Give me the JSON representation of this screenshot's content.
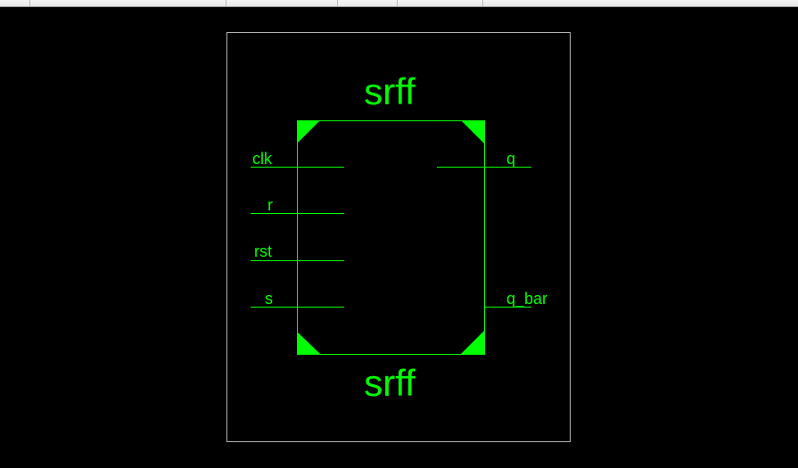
{
  "schematic": {
    "colors": {
      "background": "#000000",
      "symbol": "#00ff00",
      "border": "#b4b4b4"
    },
    "symbol_name_top": "srff",
    "symbol_name_bottom": "srff",
    "inputs": [
      {
        "name": "clk"
      },
      {
        "name": "r"
      },
      {
        "name": "rst"
      },
      {
        "name": "s"
      }
    ],
    "outputs": [
      {
        "name": "q"
      },
      {
        "name": "q_bar"
      }
    ]
  }
}
